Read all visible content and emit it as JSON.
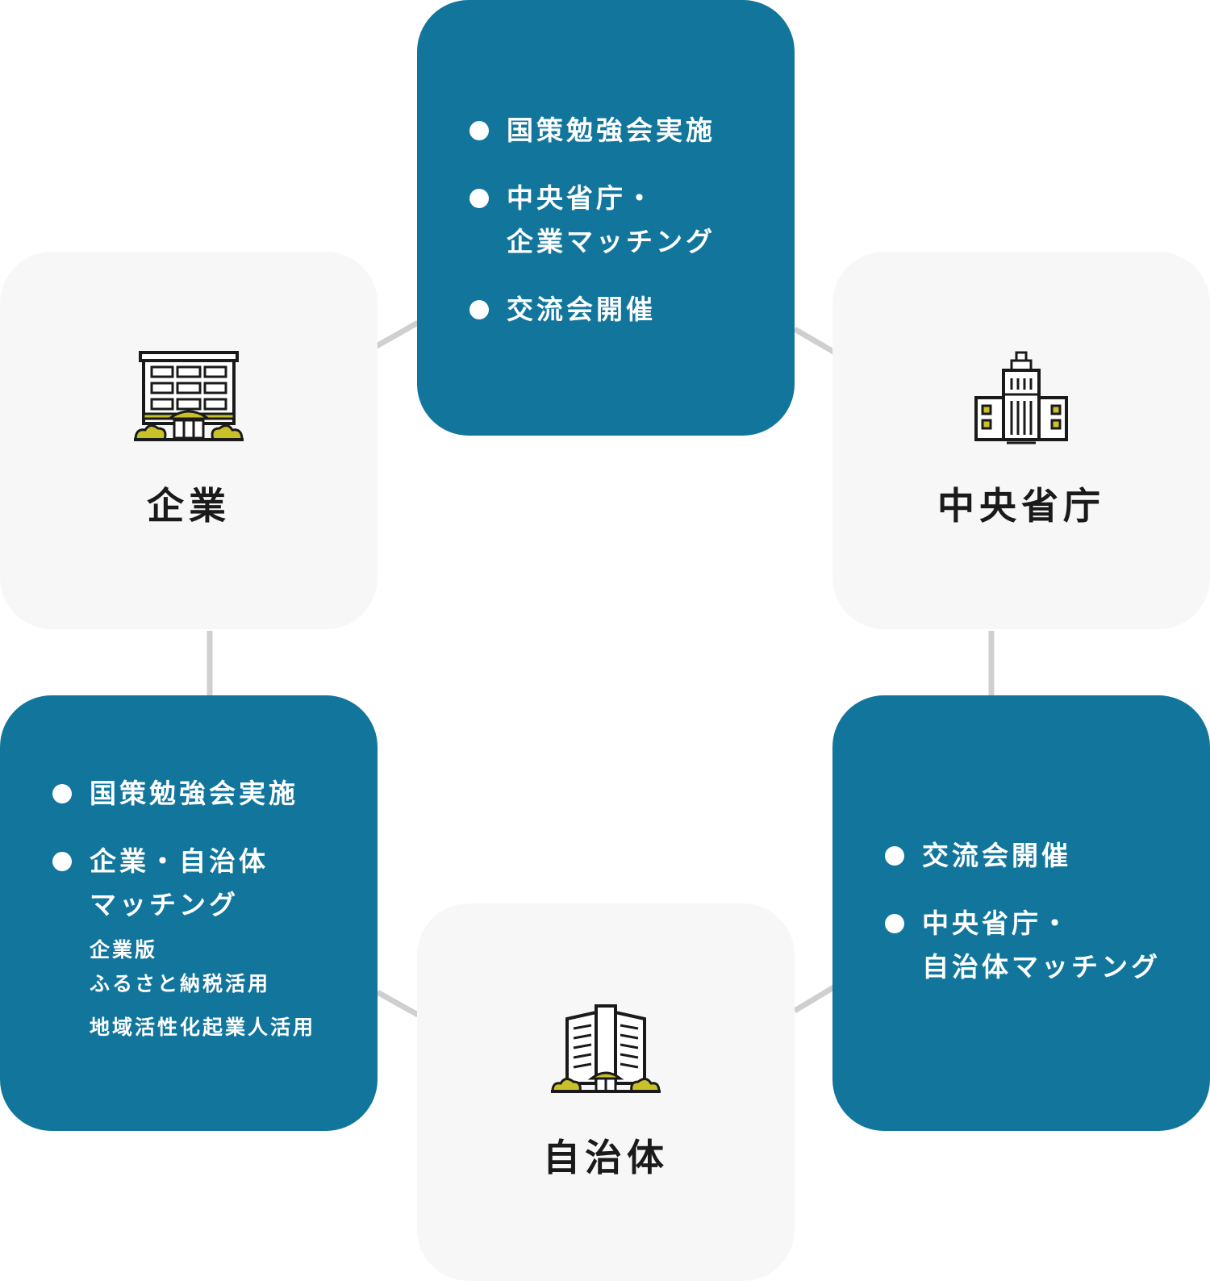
{
  "colors": {
    "blue_box": "#11759c",
    "grey_box": "#f7f7f7",
    "connector": "#cfcfcf",
    "icon_accent": "#c9c12a"
  },
  "entities": {
    "company": {
      "label": "企業",
      "icon": "company-building-icon"
    },
    "ministry": {
      "label": "中央省庁",
      "icon": "government-building-icon"
    },
    "municipality": {
      "label": "自治体",
      "icon": "city-hall-icon"
    }
  },
  "activities": {
    "top": {
      "items": [
        {
          "lines": [
            "国策勉強会実施"
          ]
        },
        {
          "lines": [
            "中央省庁・",
            "企業マッチング"
          ]
        },
        {
          "lines": [
            "交流会開催"
          ]
        }
      ]
    },
    "left": {
      "items": [
        {
          "lines": [
            "国策勉強会実施"
          ]
        },
        {
          "lines": [
            "企業・自治体",
            "マッチング"
          ],
          "sub": [
            "企業版\nふるさと納税活用",
            "地域活性化起業人活用"
          ]
        }
      ]
    },
    "right": {
      "items": [
        {
          "lines": [
            "交流会開催"
          ]
        },
        {
          "lines": [
            "中央省庁・",
            "自治体マッチング"
          ]
        }
      ]
    }
  }
}
